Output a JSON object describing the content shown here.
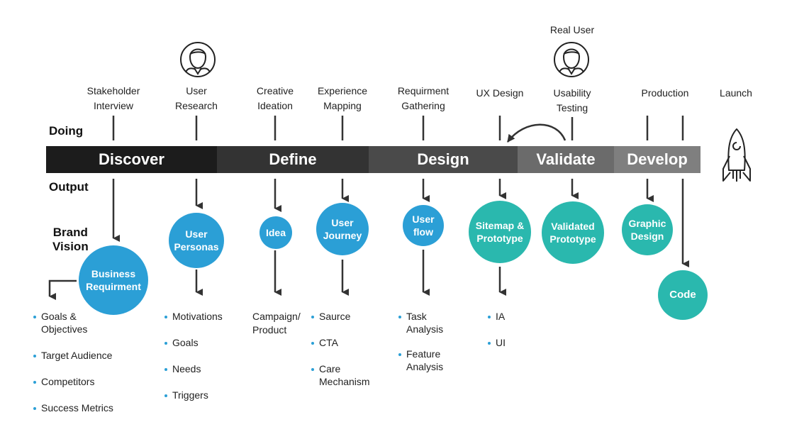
{
  "side_labels": {
    "doing": "Doing",
    "output": "Output",
    "brand_vision": "Brand\nVision"
  },
  "top_labels": {
    "stakeholder": "Stakeholder\nInterview",
    "user_research": "User\nResearch",
    "creative": "Creative\nIdeation",
    "experience": "Experience\nMapping",
    "requirement": "Requirment\nGathering",
    "ux_design": "UX Design",
    "real_user": "Real User",
    "usability": "Usability\nTesting",
    "production": "Production",
    "launch": "Launch"
  },
  "phases": {
    "discover": {
      "label": "Discover",
      "color": "#1c1c1c"
    },
    "define": {
      "label": "Define",
      "color": "#333333"
    },
    "design": {
      "label": "Design",
      "color": "#4a4a4a"
    },
    "validate": {
      "label": "Validate",
      "color": "#6b6b6b"
    },
    "develop": {
      "label": "Develop",
      "color": "#7f7f7f"
    }
  },
  "outputs": {
    "business": "Business\nRequirment",
    "personas": "User\nPersonas",
    "idea": "Idea",
    "journey": "User\nJourney",
    "flow": "User\nflow",
    "sitemap": "Sitemap &\nPrototype",
    "validated": "Validated\nPrototype",
    "graphic": "Graphic\nDesign",
    "code": "Code"
  },
  "colors": {
    "blue": "#2b9fd6",
    "teal": "#2ab8ae"
  },
  "lists": {
    "business": [
      "Goals &\nObjectives",
      "Target Audience",
      "Competitors",
      "Success Metrics"
    ],
    "personas": [
      "Motivations",
      "Goals",
      "Needs",
      "Triggers"
    ],
    "idea": "Campaign/\nProduct",
    "journey": [
      "Saurce",
      "CTA",
      "Care\nMechanism"
    ],
    "flow": [
      "Task\nAnalysis",
      "Feature\nAnalysis"
    ],
    "sitemap": [
      "IA",
      "UI"
    ]
  },
  "icons": {
    "user": "user-avatar-icon",
    "rocket": "rocket-icon"
  }
}
